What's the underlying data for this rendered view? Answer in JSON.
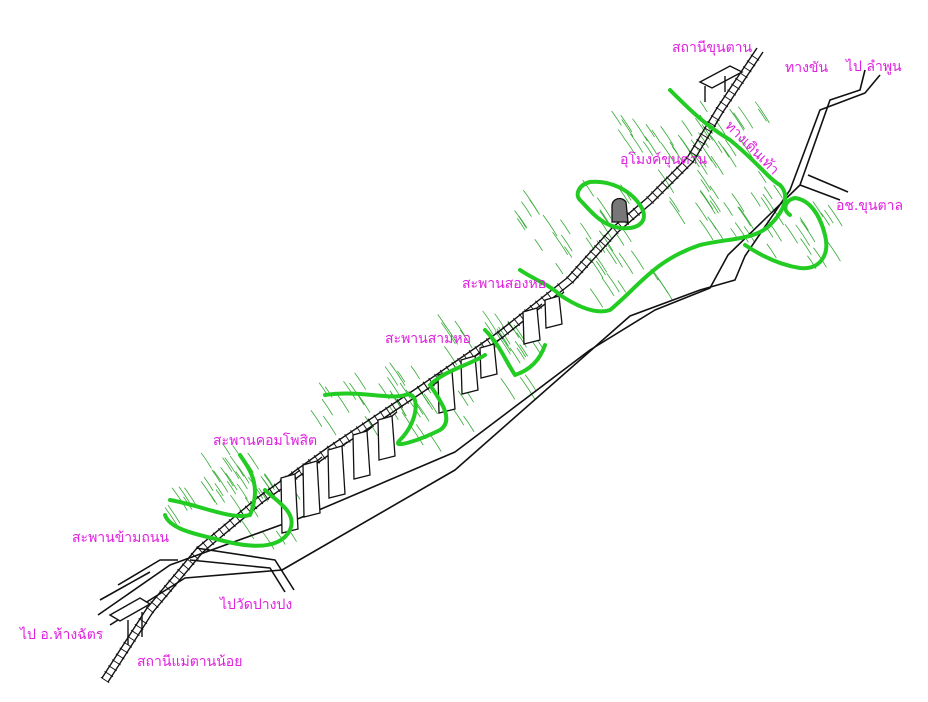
{
  "map": {
    "label_color": "#e020e0",
    "terrain_color": "#22cc22",
    "hill_color": "#33aa33",
    "line_color": "#111111",
    "tunnel_color": "#777777",
    "labels": {
      "to_lamphun": "ไป ลำพูน",
      "khuntan_station": "สถานีขุนตาน",
      "side_track": "ทางขัน",
      "footpath": "ทางเดินเท้า",
      "khuntan_tunnel": "อุโมงค์ขุนตาน",
      "khuntan_park": "อช.ขุนตาล",
      "bridge_song_ho": "สะพานสองหอ",
      "bridge_sam_ho": "สะพานสามหอ",
      "bridge_composite": "สะพานคอมโพสิต",
      "bridge_over_road": "สะพานข้ามถนน",
      "to_wat_pang_pong": "ไปวัดปางปง",
      "to_hang_chat": "ไป อ.ห้างฉัตร",
      "mae_tan_noi_station": "สถานีแม่ตานน้อย"
    }
  }
}
